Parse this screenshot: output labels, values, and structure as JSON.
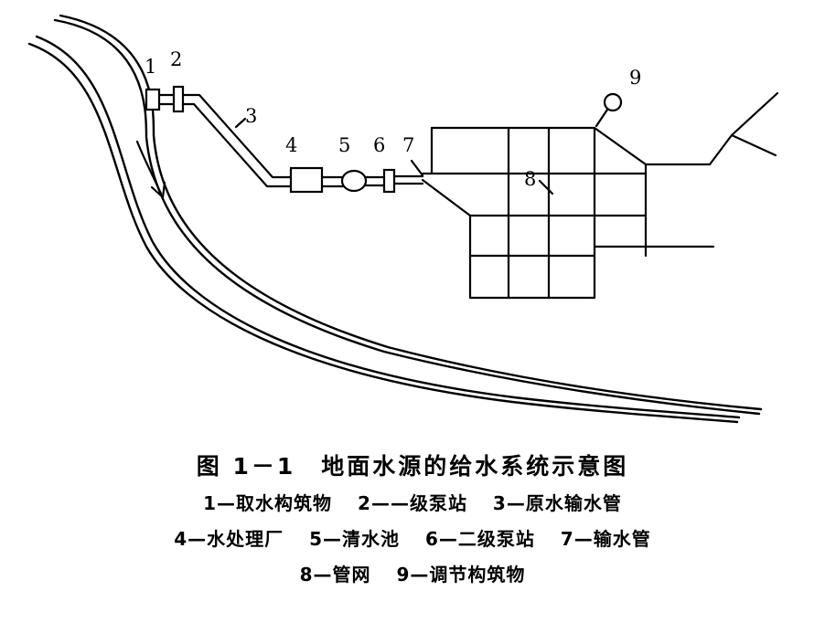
{
  "figure": {
    "title": "图 1－1　地面水源的给水系统示意图",
    "legend_lines": [
      [
        "1—取水构筑物",
        "2——级泵站",
        "3—原水输水管"
      ],
      [
        "4—水处理厂",
        "5—清水池",
        "6—二级泵站",
        "7—输水管"
      ],
      [
        "8—管网",
        "9—调节构筑物"
      ]
    ],
    "labels": [
      "1",
      "2",
      "3",
      "4",
      "5",
      "6",
      "7",
      "8",
      "9"
    ]
  }
}
